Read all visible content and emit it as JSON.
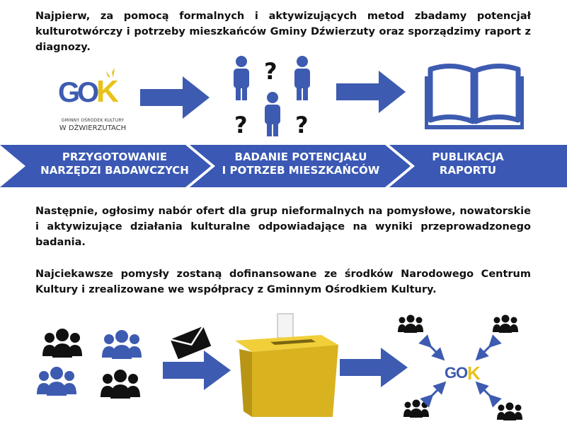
{
  "intro": {
    "p1": "Najpierw, za pomocą formalnych i aktywizujących metod zbadamy potencjał kulturotwórczy i potrzeby mieszkańców Gminy Dźwierzuty oraz sporządzimy raport z diagnozy.",
    "p2": "Następnie, ogłosimy nabór ofert dla grup nieformalnych na pomysłowe, nowatorskie i aktywizujące działania kulturalne odpowiadające na wyniki przeprowadzonego badania.",
    "p3": "Najciekawsze pomysły zostaną dofinansowane ze środków Narodowego Centrum Kultury i zrealizowane we współpracy z Gminnym Ośrodkiem Kultury."
  },
  "logo": {
    "text_g": "G",
    "text_o": "O",
    "text_k": "K",
    "caption_line1": "GMINNY OŚRODEK KULTURY",
    "caption_line2": "W DŹWIERZUTACH"
  },
  "steps": [
    {
      "line1": "PRZYGOTOWANIE",
      "line2": "NARZĘDZI BADAWCZYCH"
    },
    {
      "line1": "BADANIE POTENCJAŁU",
      "line2": "I POTRZEB MIESZKAŃCÓW"
    },
    {
      "line1": "PUBLIKACJA",
      "line2": "RAPORTU"
    }
  ],
  "question_mark": "?",
  "colors": {
    "blue": "#3d5bb0",
    "ribbon": "#3a58b4",
    "yellow": "#d9b21f",
    "yellow_dark": "#b89514",
    "black": "#111111"
  }
}
